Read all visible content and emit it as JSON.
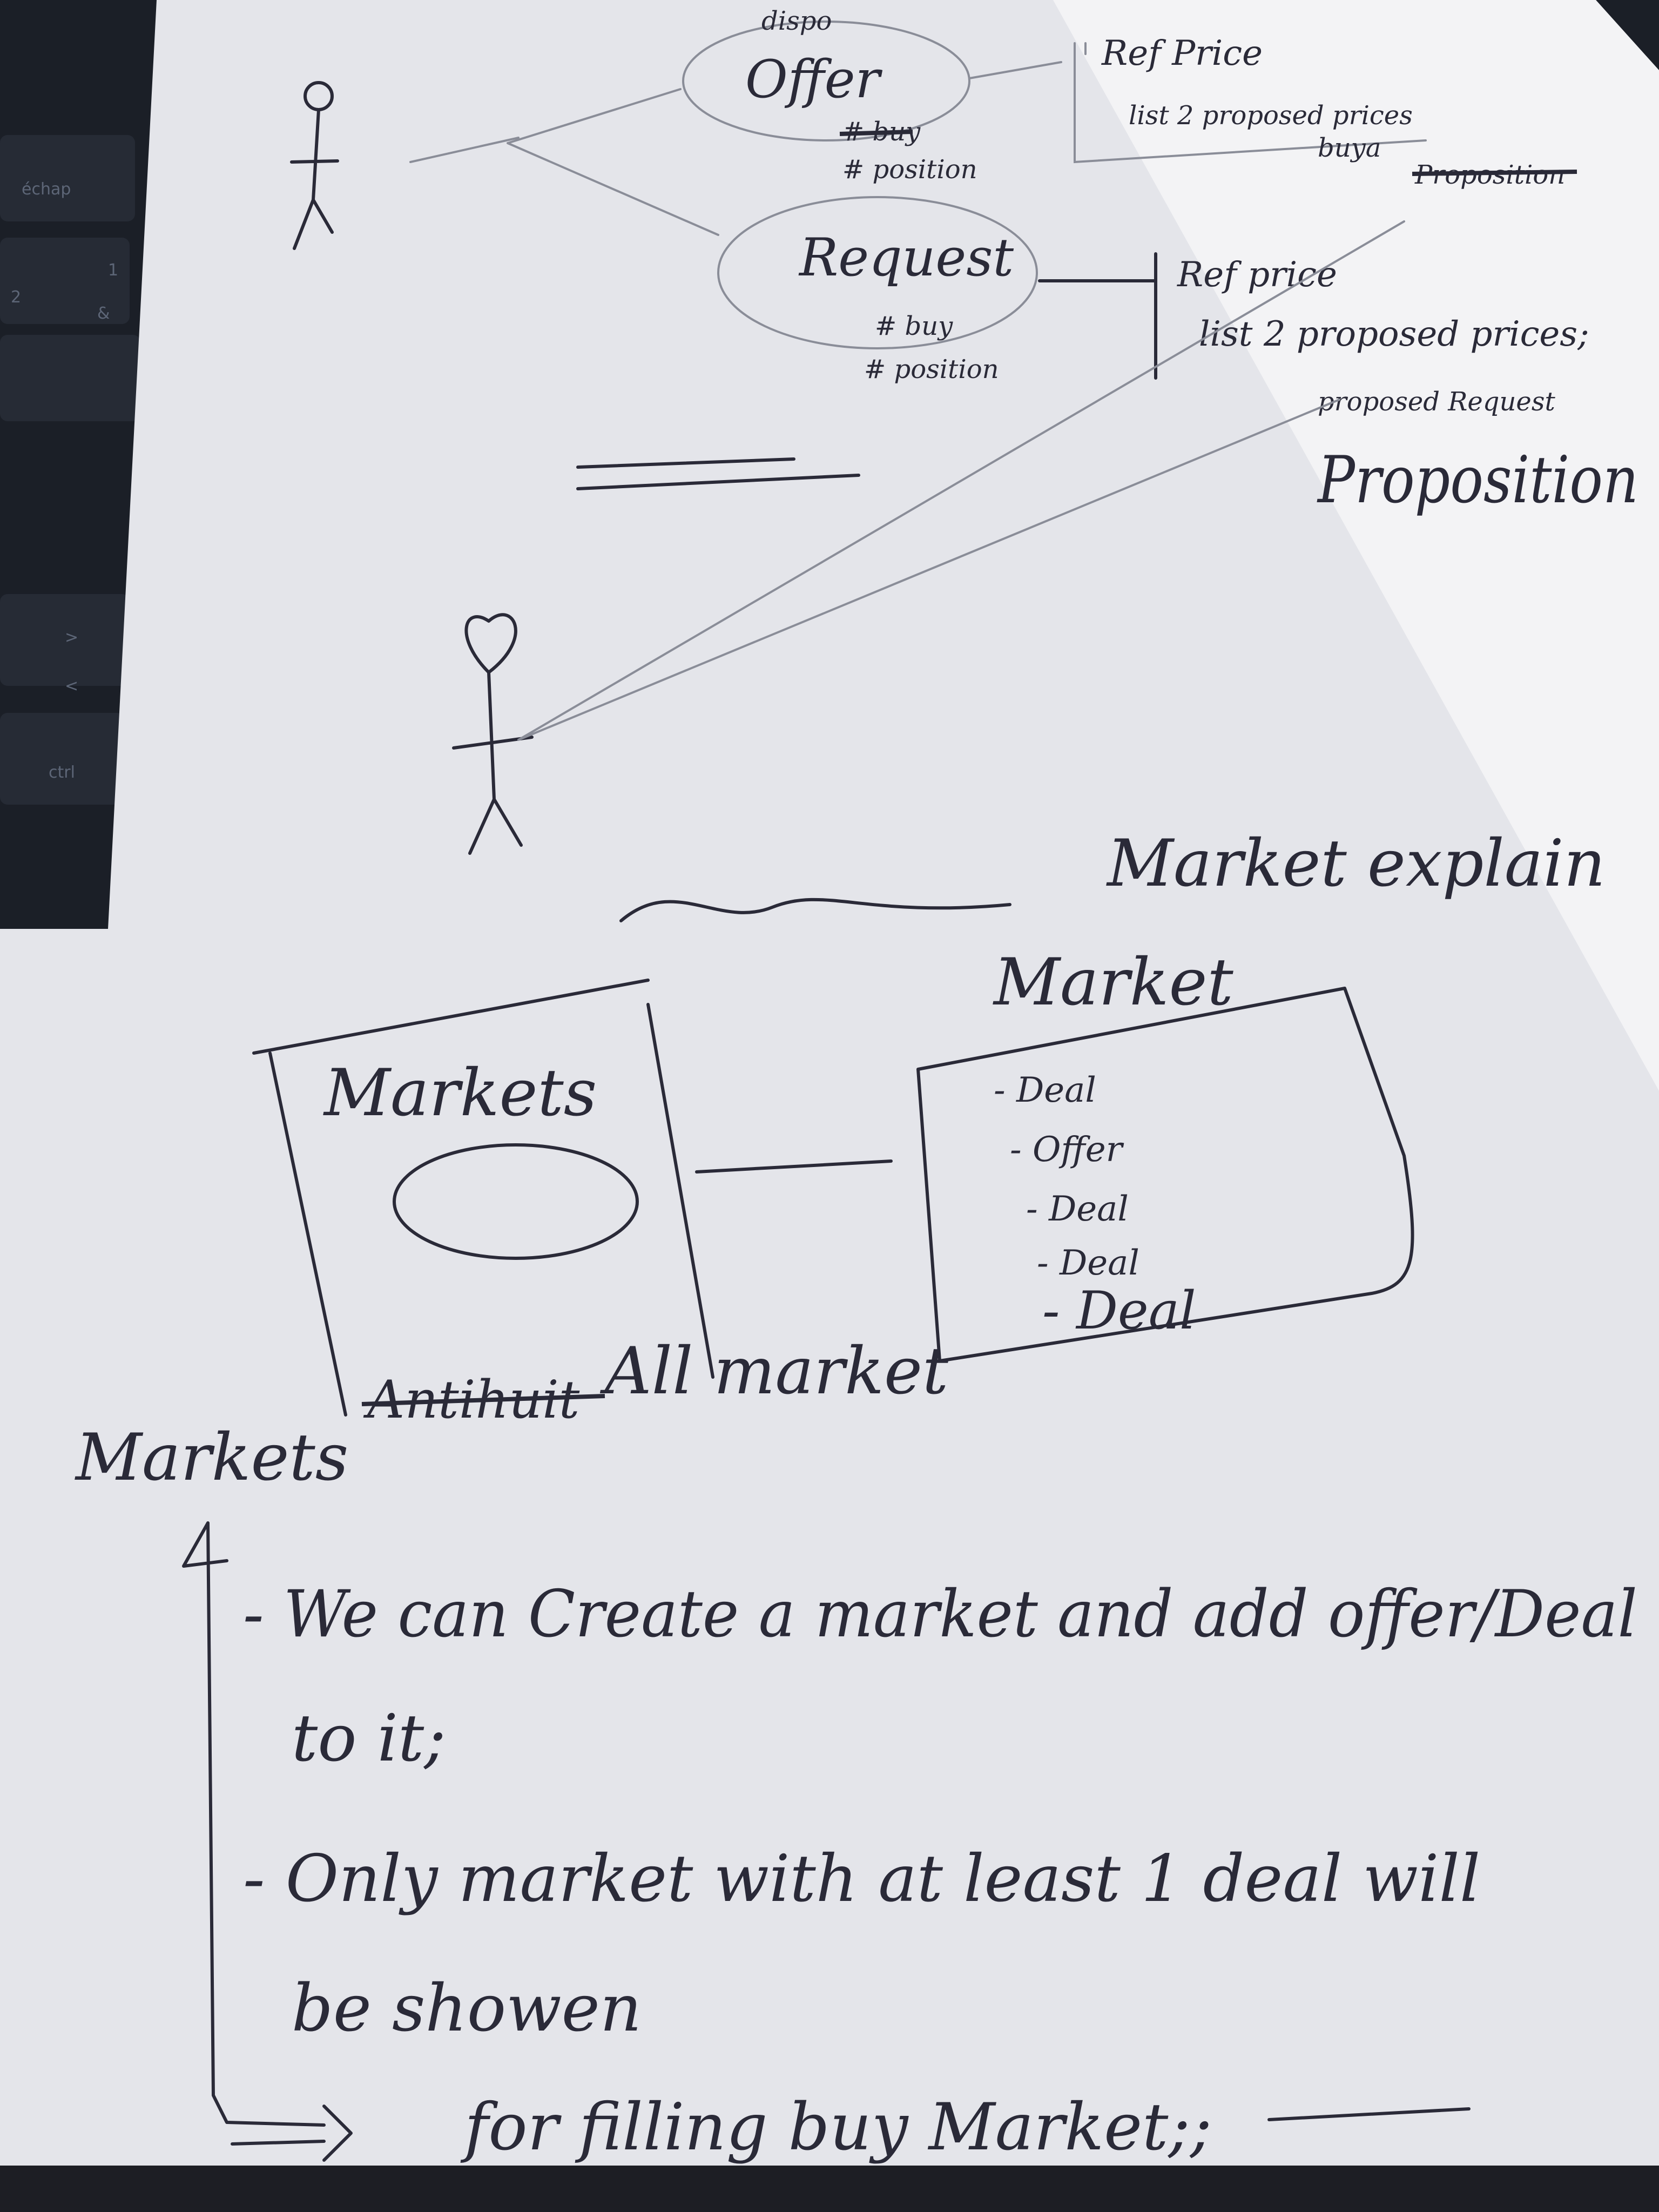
{
  "diagram": {
    "top": {
      "offer_note": "dispo",
      "offer_label": "Offer",
      "offer_sub": "# position",
      "offer_sub_struck": "# buy",
      "offer_box_title": "Ref Price",
      "offer_box_line": "list 2 proposed prices",
      "offer_box_line2": "buya",
      "offer_box_struck": "Proposition",
      "request_label": "Request",
      "request_sub1": "# buy",
      "request_sub2": "# position",
      "request_box_title": "Ref price",
      "request_box_line": "list 2 proposed prices;",
      "request_box_line2": "proposed Request",
      "proposition": "Proposition"
    },
    "middle": {
      "market_explain": "Market explain",
      "market_title": "Market",
      "markets_box_title": "Markets",
      "deal_items": [
        "- Deal",
        "- Offer",
        "- Deal",
        "- Deal",
        "- Deal"
      ],
      "struck_text": "Antihuit",
      "all_market": "All market"
    },
    "bottom": {
      "side_label": "Markets",
      "line1": "- We can Create a market and add offer/Deal",
      "line2": "to it;",
      "line3": "- Only market with at least 1 deal will",
      "line4": "be showen",
      "line5": "for filling buy Market;;"
    },
    "keyboard_keys": [
      "échap",
      "1",
      "&",
      "2",
      ">",
      "<",
      "ctrl"
    ]
  }
}
